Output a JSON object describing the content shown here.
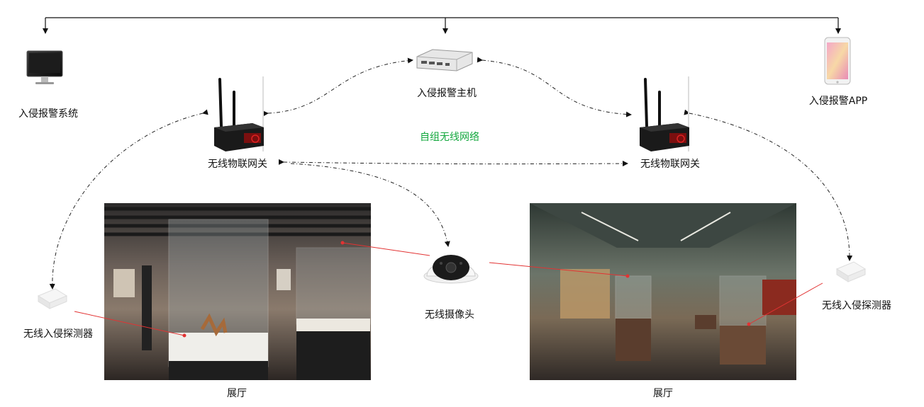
{
  "labels": {
    "intrusion_system": "入侵报警系统",
    "alarm_host": "入侵报警主机",
    "alarm_app": "入侵报警APP",
    "self_network": "自组无线网络",
    "gateway_left": "无线物联网关",
    "gateway_right": "无线物联网关",
    "detector_left": "无线入侵探测器",
    "detector_right": "无线入侵探测器",
    "camera": "无线摄像头",
    "hall_left": "展厅",
    "hall_right": "展厅"
  },
  "colors": {
    "link_line": "#222222",
    "pointer_line": "#e23333",
    "network_label": "#13a83e"
  },
  "icons": [
    "monitor-icon",
    "server-host-icon",
    "smartphone-icon",
    "router-gateway-icon",
    "motion-detector-icon",
    "dome-camera-icon"
  ]
}
